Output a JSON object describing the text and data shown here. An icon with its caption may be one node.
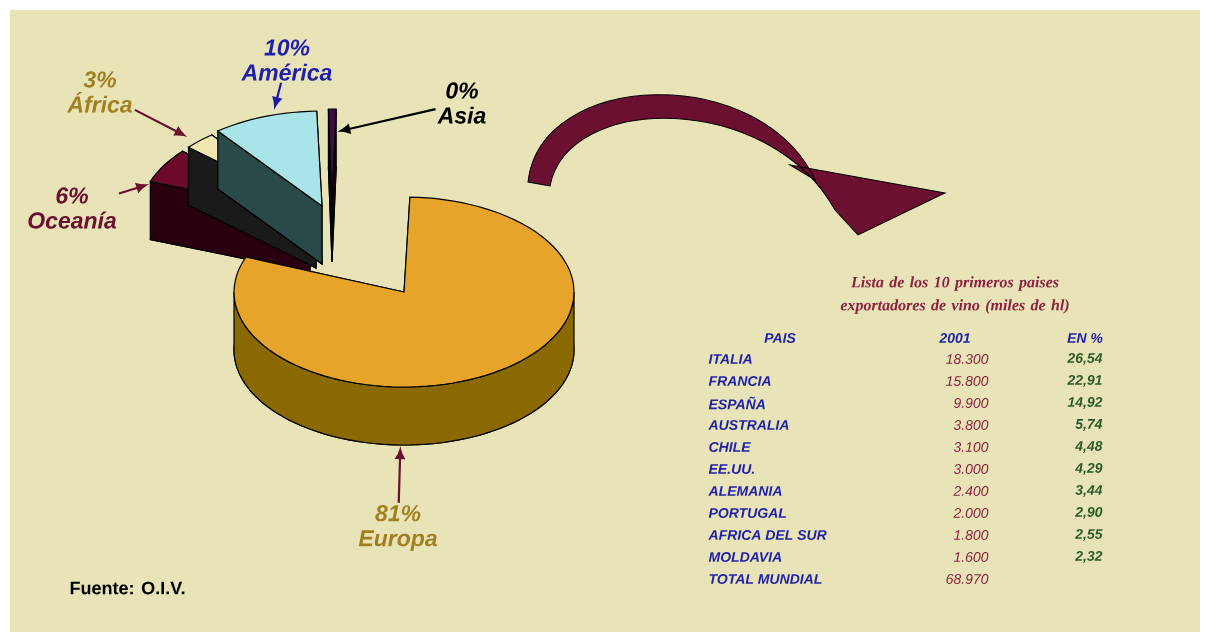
{
  "diagram": {
    "nodes": [
      {
        "text": [
          "3%",
          "África"
        ]
      },
      {
        "text": [
          "10%",
          "América"
        ]
      },
      {
        "text": [
          "0%",
          "Asia"
        ]
      },
      {
        "text": [
          "6%",
          "Oceanía"
        ]
      },
      {
        "text": [
          "81%",
          "Europa"
        ]
      },
      {
        "text": [],
        "shape": "wedge"
      },
      {
        "text": [],
        "shape": "wedge"
      },
      {
        "text": [],
        "shape": "wedge"
      },
      {
        "text": [],
        "shape": "wedge"
      },
      {
        "text": [],
        "shape": "wedge"
      }
    ],
    "edges": [
      {
        "from": 0,
        "to": 6,
        "arrow": "to"
      },
      {
        "from": 1,
        "to": 7,
        "arrow": "to",
        "color": "#1c1ca8"
      },
      {
        "from": 2,
        "to": 8,
        "arrow": "to",
        "color": "#000000"
      },
      {
        "from": 3,
        "to": 5,
        "arrow": "to"
      },
      {
        "from": 4,
        "to": 9,
        "arrow": "to"
      }
    ],
    "labels": [
      "Lista de los 10 primeros paises exportadores de vino (miles de hl)",
      "PAIS",
      "2001",
      "EN %",
      "ITALIA",
      "18.300",
      "26,54",
      "FRANCIA",
      "15.800",
      "22,91",
      "ESPAÑA",
      "9.900",
      "14,92",
      "AUSTRALIA",
      "3.800",
      "5,74",
      "CHILE",
      "3.100",
      "4,48",
      "EE.UU.",
      "3.000",
      "4,29",
      "ALEMANIA",
      "2.400",
      "3,44",
      "PORTUGAL",
      "2.000",
      "2,90",
      "AFRICA DEL SUR",
      "1.800",
      "2,55",
      "MOLDAVIA",
      "1.600",
      "2,32",
      "TOTAL MUNDIAL",
      "68.970",
      "Fuente: O.I.V."
    ]
  }
}
